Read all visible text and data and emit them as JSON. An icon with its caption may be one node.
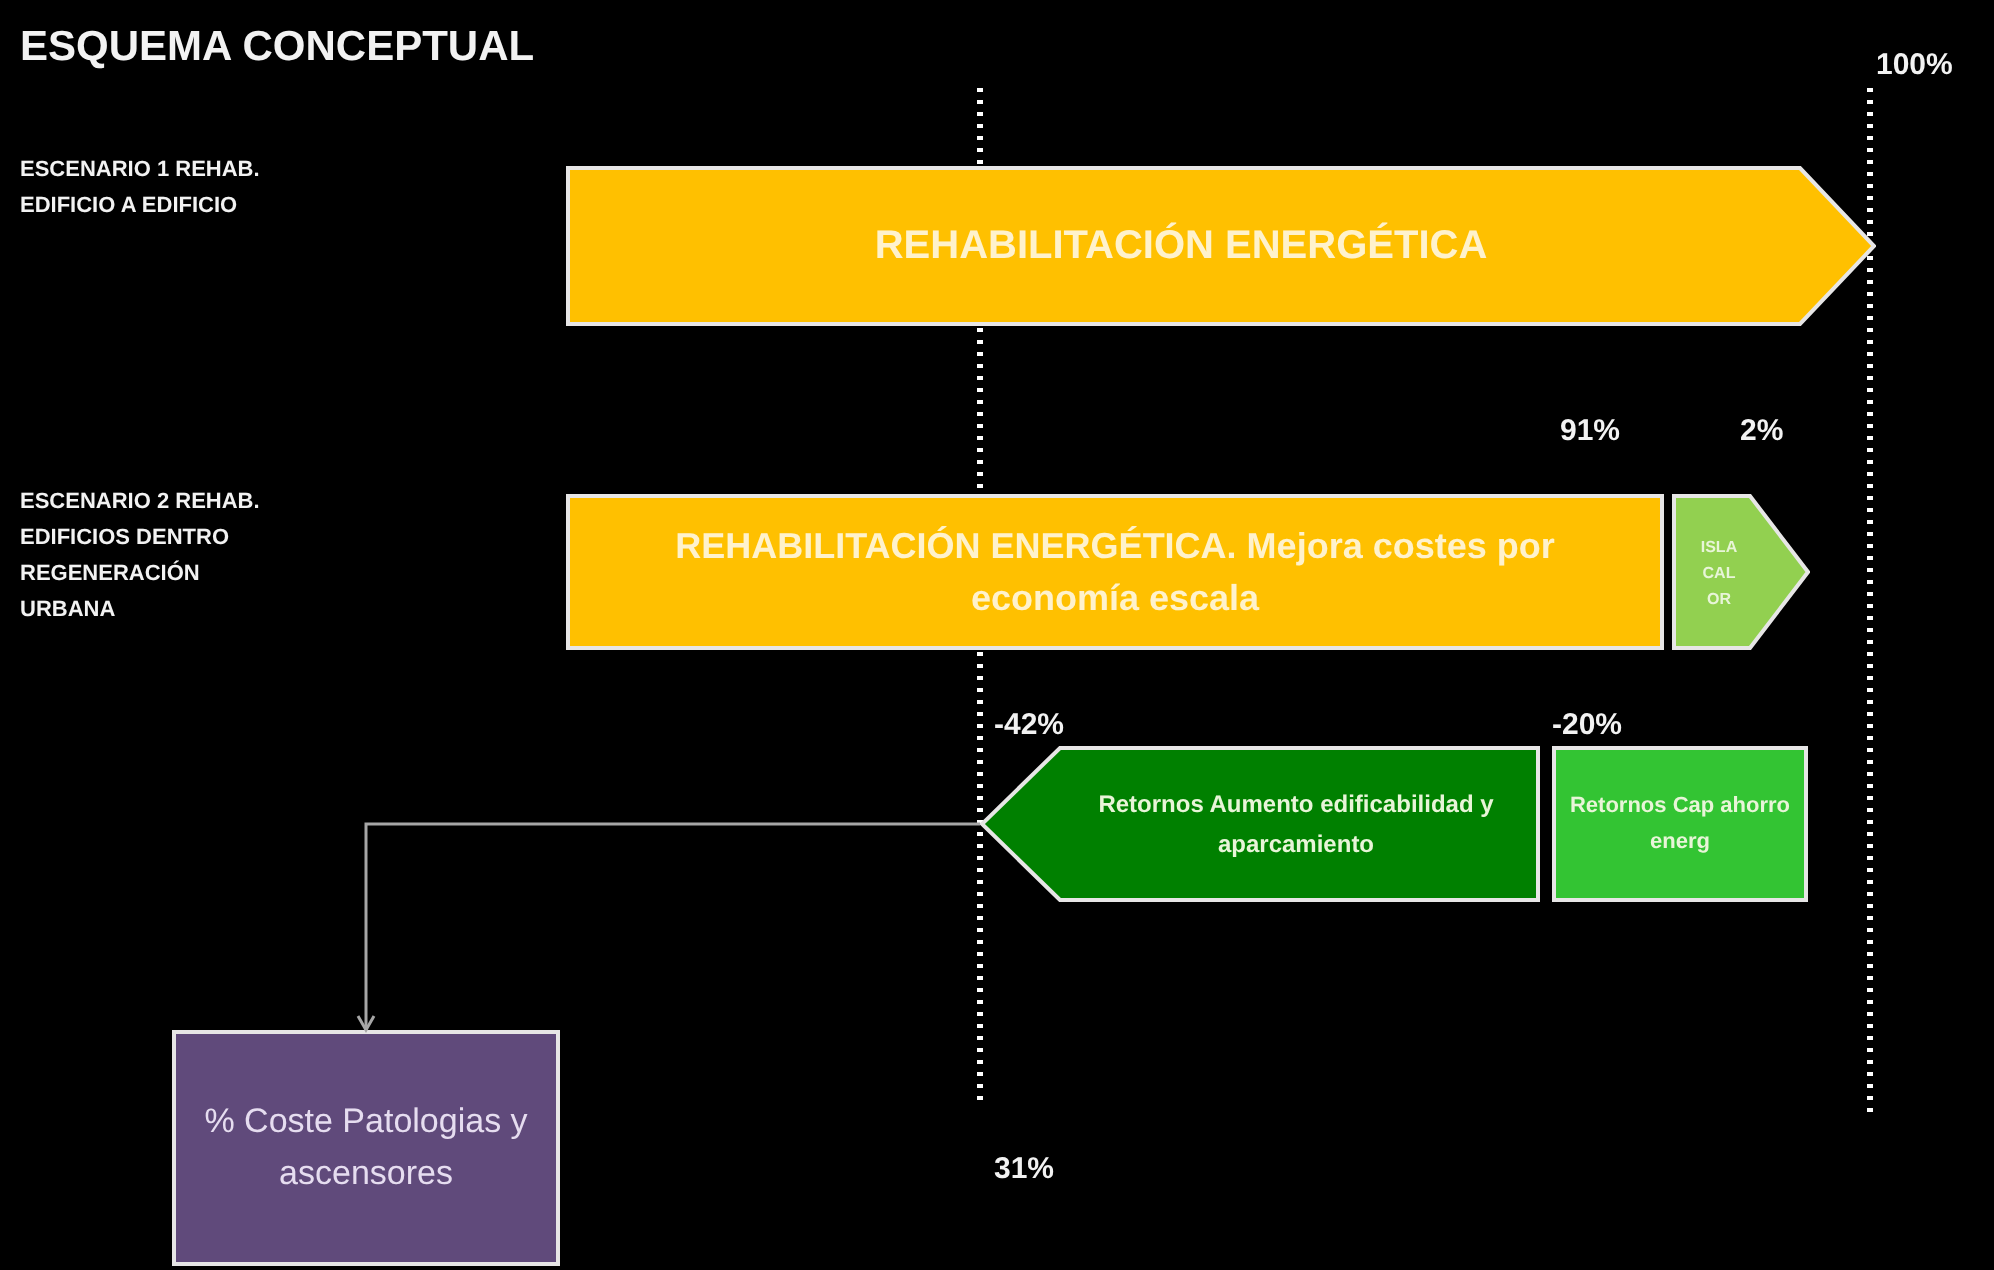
{
  "diagram": {
    "title": "ESQUEMA CONCEPTUAL",
    "nodes": [
      {
        "text": [
          "REHABILITACIÓN ENERGÉTICA"
        ]
      },
      {
        "text": [
          "REHABILITACIÓN ENERGÉTICA. Mejora costes por economía escala"
        ]
      },
      {
        "text": [
          "ISLA CAL OR"
        ]
      },
      {
        "text": [
          "Retornos Aumento edificabilidad y aparcamiento"
        ]
      },
      {
        "text": [
          "Retornos Cap ahorro energ"
        ]
      },
      {
        "text": [
          "% Coste Patologias y ascensores"
        ]
      }
    ],
    "edges": [
      {
        "from": 3,
        "to": 5,
        "arrow": "to"
      }
    ],
    "labels": [
      "100%",
      "ESCENARIO 1 REHAB. EDIFICIO A EDIFICIO",
      "91%",
      "2%",
      "ESCENARIO 2 REHAB. EDIFICIOS DENTRO REGENERACIÓN URBANA",
      "-42%",
      "-20%",
      "31%"
    ]
  }
}
